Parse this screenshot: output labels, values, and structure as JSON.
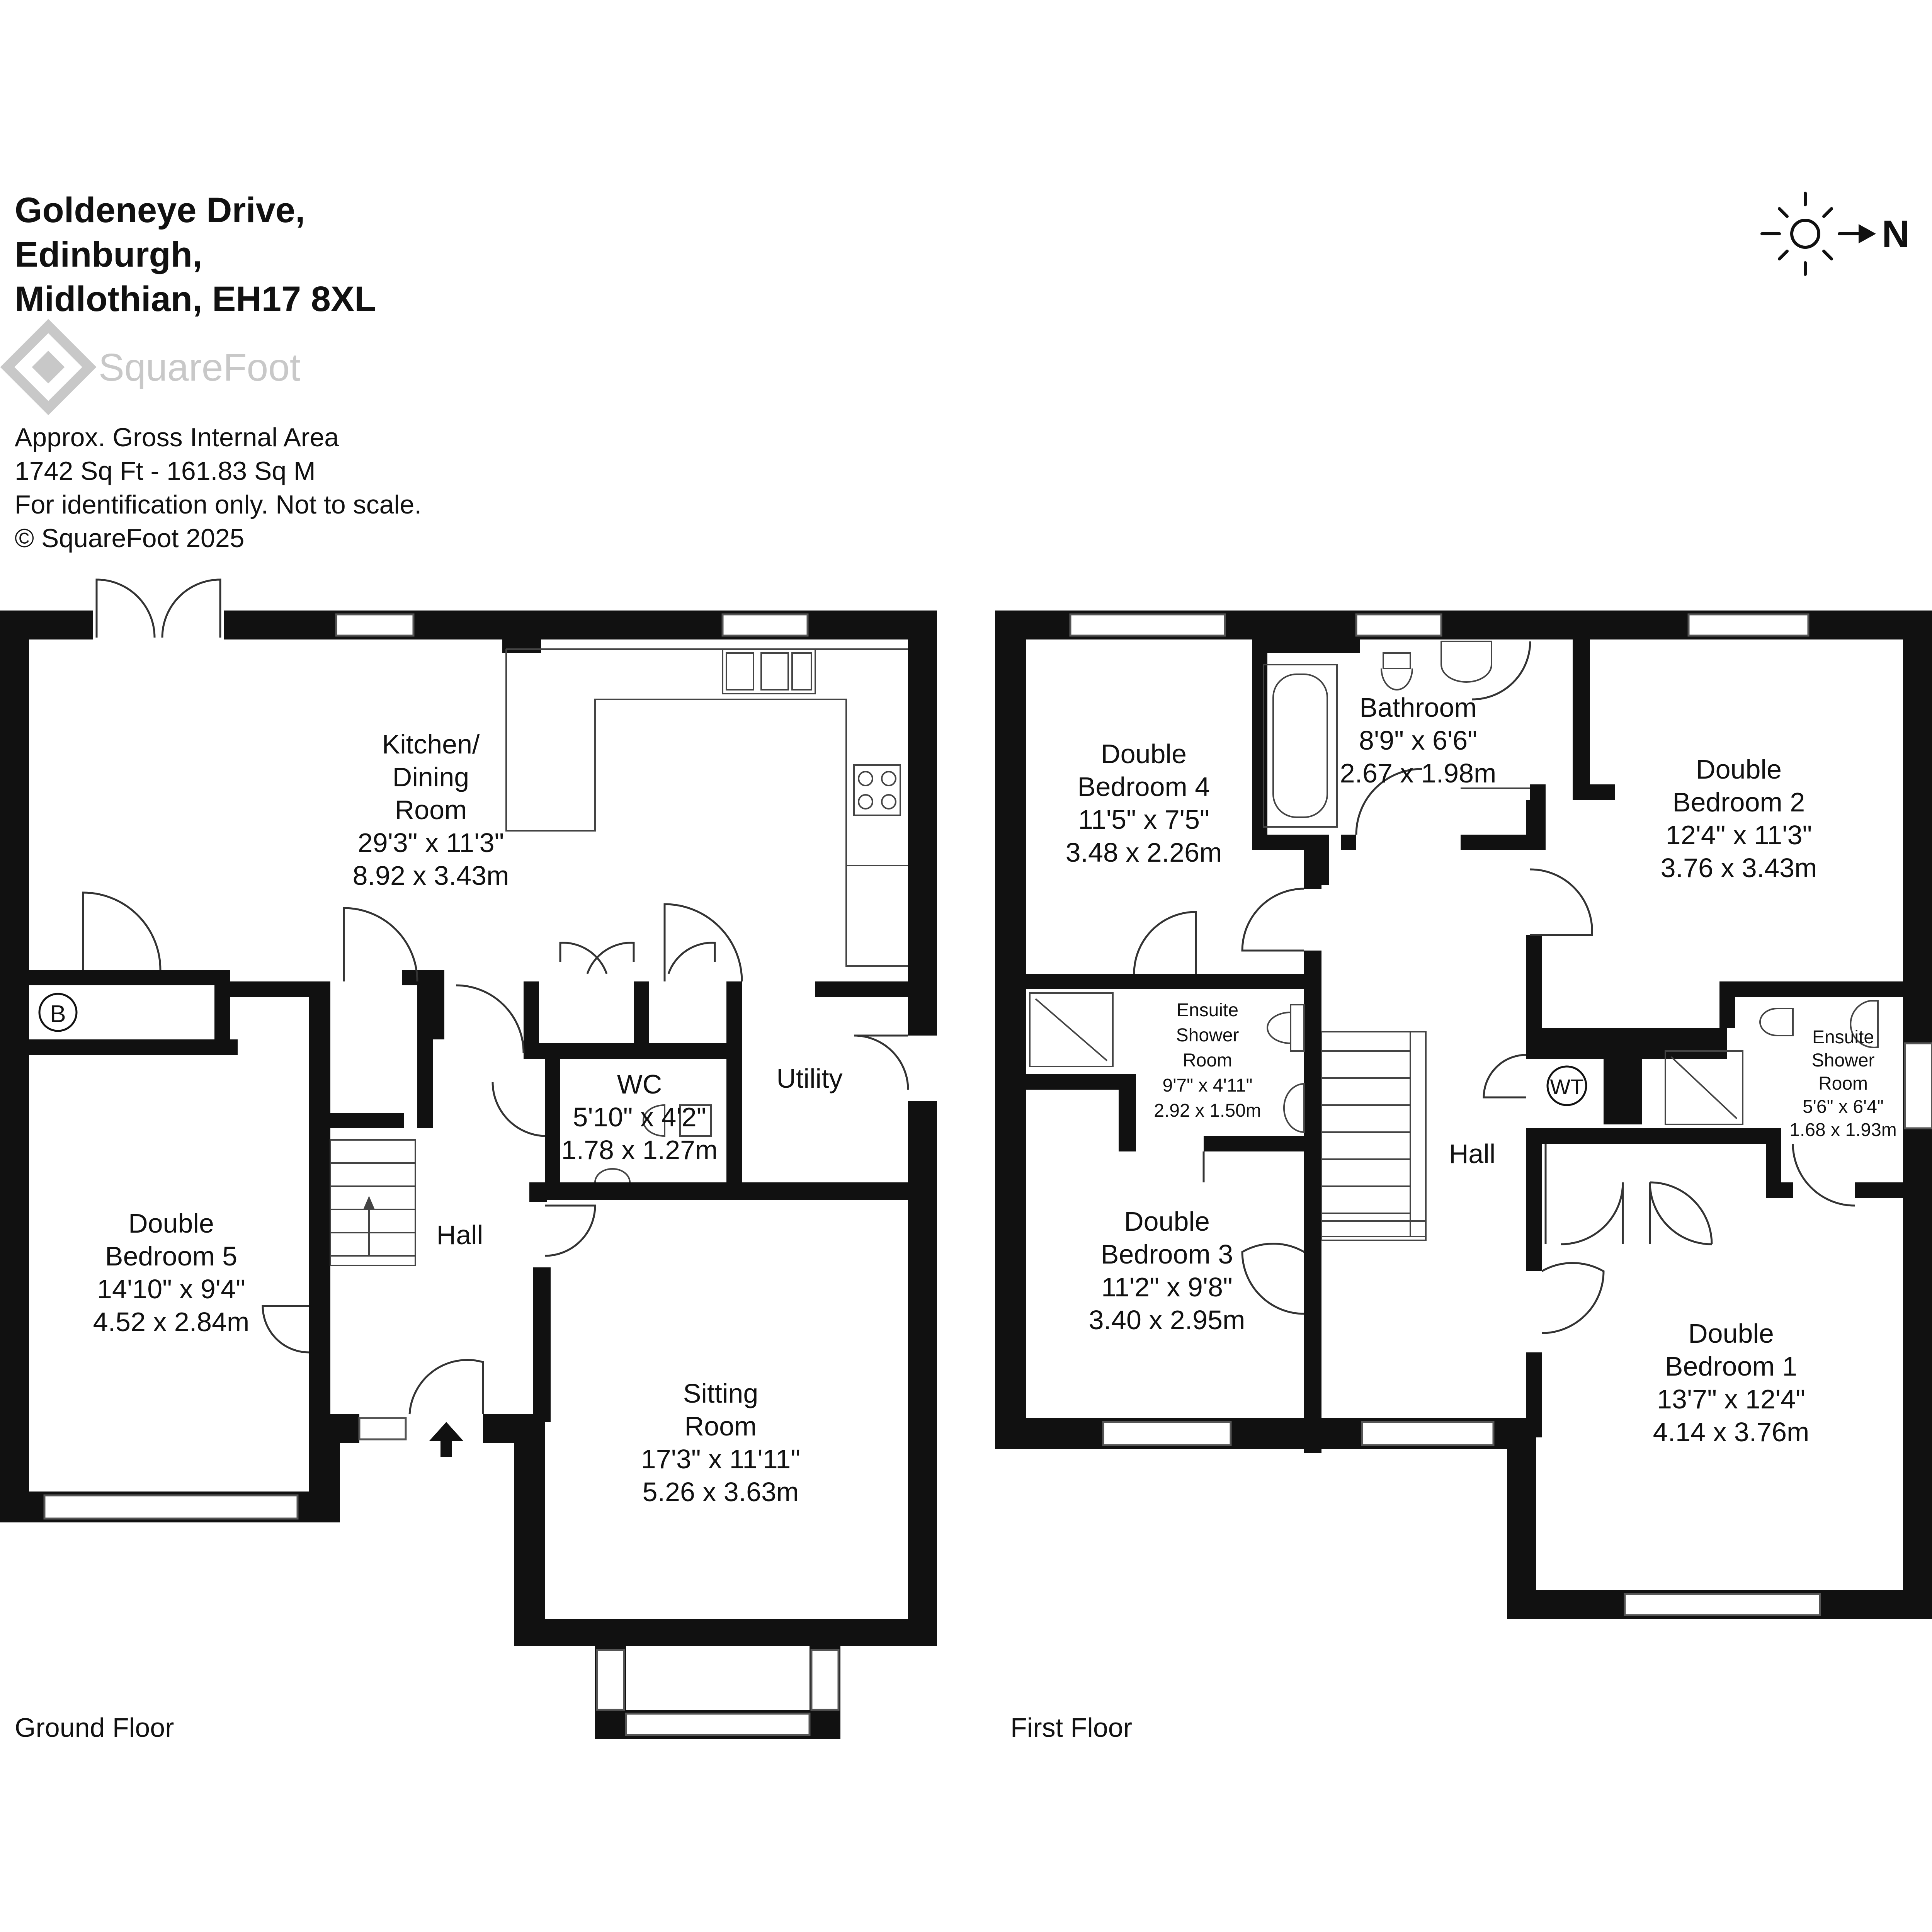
{
  "address": {
    "line1": "Goldeneye Drive,",
    "line2": "Edinburgh,",
    "line3": "Midlothian, EH17 8XL"
  },
  "brand": {
    "logo_text": "SquareFoot",
    "logo_color": "#c8c8c8"
  },
  "info": {
    "line1": "Approx. Gross Internal Area",
    "line2": "1742 Sq Ft  -  161.83 Sq M",
    "line3": "For identification only. Not to scale.",
    "line4": "© SquareFoot 2025"
  },
  "compass": {
    "label": "N",
    "icon": "sun-north-arrow-icon"
  },
  "colors": {
    "wall": "#111111",
    "background": "#ffffff",
    "text": "#111111"
  },
  "ground_floor": {
    "label": "Ground Floor",
    "kitchen": {
      "name1": "Kitchen/",
      "name2": "Dining",
      "name3": "Room",
      "imperial": "29'3\" x 11'3\"",
      "metric": "8.92 x 3.43m"
    },
    "boiler": "B",
    "wc": {
      "name": "WC",
      "imperial": "5'10\" x 4'2\"",
      "metric": "1.78 x 1.27m"
    },
    "utility": {
      "name": "Utility"
    },
    "hall": {
      "name": "Hall"
    },
    "bedroom5": {
      "name1": "Double",
      "name2": "Bedroom 5",
      "imperial": "14'10\" x 9'4\"",
      "metric": "4.52 x 2.84m"
    },
    "sitting": {
      "name1": "Sitting",
      "name2": "Room",
      "imperial": "17'3\" x 11'11\"",
      "metric": "5.26 x 3.63m"
    }
  },
  "first_floor": {
    "label": "First Floor",
    "bedroom4": {
      "name1": "Double",
      "name2": "Bedroom 4",
      "imperial": "11'5\" x 7'5\"",
      "metric": "3.48 x 2.26m"
    },
    "bathroom": {
      "name": "Bathroom",
      "imperial": "8'9\" x 6'6\"",
      "metric": "2.67 x 1.98m"
    },
    "bedroom2": {
      "name1": "Double",
      "name2": "Bedroom 2",
      "imperial": "12'4\" x 11'3\"",
      "metric": "3.76 x 3.43m"
    },
    "ensuite1": {
      "name1": "Ensuite",
      "name2": "Shower",
      "name3": "Room",
      "imperial": "9'7\" x 4'11\"",
      "metric": "2.92 x 1.50m"
    },
    "ensuite2": {
      "name1": "Ensuite",
      "name2": "Shower",
      "name3": "Room",
      "imperial": "5'6\" x 6'4\"",
      "metric": "1.68 x 1.93m"
    },
    "water_tank": "WT",
    "hall": {
      "name": "Hall"
    },
    "bedroom3": {
      "name1": "Double",
      "name2": "Bedroom 3",
      "imperial": "11'2\" x 9'8\"",
      "metric": "3.40 x 2.95m"
    },
    "bedroom1": {
      "name1": "Double",
      "name2": "Bedroom 1",
      "imperial": "13'7\" x 12'4\"",
      "metric": "4.14 x 3.76m"
    }
  }
}
